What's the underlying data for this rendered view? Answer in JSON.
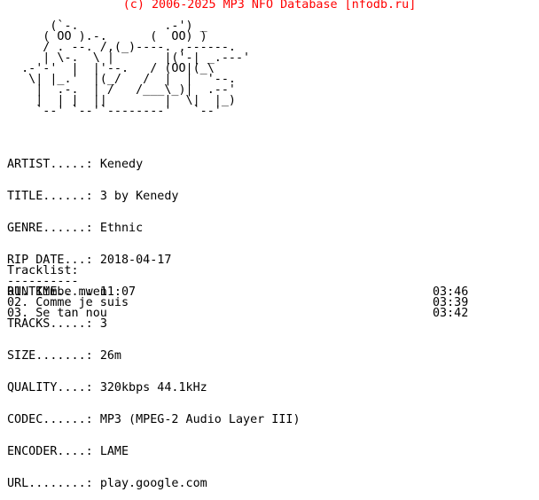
{
  "banner": "(c) 2006-2025 MP3 NFO Database [nfodb.ru]",
  "colors": {
    "banner": "#ff0000",
    "text": "#000000",
    "background": "#ffffff"
  },
  "ascii_art": "      (`-.            .-') _\n     ( OO ).-.      (  OO) )\n     / . --. /,(_)----. ,------.\n     | \\-.  \\ |       |('-| _.---'\n  .-'-'  |  |'--.   / (OO|(_\\\n   \\| |_.'  |(_/   /  |  |  '--.\n    |  .-.  | /   /___\\_)|  .--'\n    |  | |  ||        |  \\|  |_)\n    `--' `--'`--------'   `--'",
  "info": [
    {
      "label": "ARTIST.....:",
      "value": "Kenedy"
    },
    {
      "label": "TITLE......:",
      "value": "3 by Kenedy"
    },
    {
      "label": "GENRE......:",
      "value": "Ethnic"
    },
    {
      "label": "RIP DATE...:",
      "value": "2018-04-17"
    },
    {
      "label": "RUNTIME....:",
      "value": "11:07"
    },
    {
      "label": "TRACKS.....:",
      "value": "3"
    },
    {
      "label": "SIZE.......:",
      "value": "26m"
    },
    {
      "label": "QUALITY....:",
      "value": "320kbps 44.1kHz"
    },
    {
      "label": "CODEC......:",
      "value": "MP3 (MPEG-2 Audio Layer III)"
    },
    {
      "label": "ENCODER....:",
      "value": "LAME"
    },
    {
      "label": "URL........:",
      "value": "play.google.com"
    }
  ],
  "tracklist": {
    "heading": "Tracklist:",
    "rule": "----------",
    "tracks": [
      {
        "title": "01. Kimbe mwen",
        "duration": "03:46"
      },
      {
        "title": "02. Comme je suis",
        "duration": "03:39"
      },
      {
        "title": "03. Se tan nou",
        "duration": "03:42"
      }
    ]
  }
}
